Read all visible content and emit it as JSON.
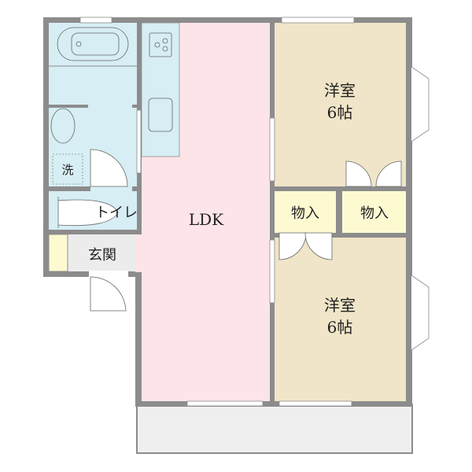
{
  "rooms": {
    "ldk": "LDK",
    "western_top": {
      "name": "洋室",
      "size": "6帖"
    },
    "western_bottom": {
      "name": "洋室",
      "size": "6帖"
    },
    "closet_left": "物入",
    "closet_right": "物入",
    "toilet": "トイレ",
    "entrance": "玄関",
    "washer": "洗"
  },
  "colors": {
    "wall": "#8c8c8c",
    "wet_area": "#d6eef4",
    "ldk": "#fde4e8",
    "western": "#f0e5c8",
    "closet": "#fdfad2",
    "entrance": "#ececec",
    "balcony": "#efefef"
  }
}
